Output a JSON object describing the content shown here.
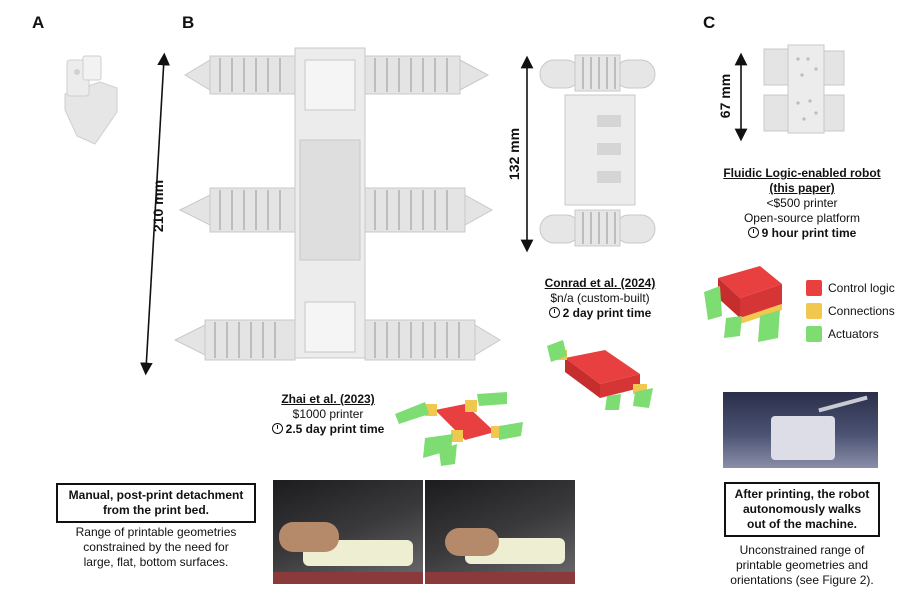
{
  "panels": {
    "a": "A",
    "b": "B",
    "c": "C"
  },
  "dimensions": {
    "zhai_length": "210 mm",
    "conrad_length": "132 mm",
    "fluidic_length": "67 mm"
  },
  "zhai": {
    "title": "Zhai et al. (2023)",
    "cost": "$1000 printer",
    "time": "2.5 day print time"
  },
  "conrad": {
    "title": "Conrad et al. (2024)",
    "cost": "$n/a (custom-built)",
    "time": "2 day print time"
  },
  "fluidic": {
    "title_line1": "Fluidic Logic-enabled robot",
    "title_line2": "(this paper)",
    "cost": "<$500 printer",
    "platform": "Open-source platform",
    "time": "9 hour print time"
  },
  "legend": [
    {
      "label": "Control logic",
      "color": "#e84040"
    },
    {
      "label": "Connections",
      "color": "#f0c850"
    },
    {
      "label": "Actuators",
      "color": "#7ddc72"
    }
  ],
  "manual_box": {
    "line1": "Manual, post-print detachment",
    "line2": "from the print bed."
  },
  "manual_desc": {
    "line1": "Range of printable geometries",
    "line2": "constrained by the need for",
    "line3": "large, flat, bottom surfaces."
  },
  "auto_box": {
    "line1": "After printing, the robot",
    "line2": "autonomously walks",
    "line3": "out of the machine."
  },
  "auto_desc": {
    "line1": "Unconstrained range of",
    "line2": "printable geometries and",
    "line3": "orientations (see Figure 2)."
  }
}
